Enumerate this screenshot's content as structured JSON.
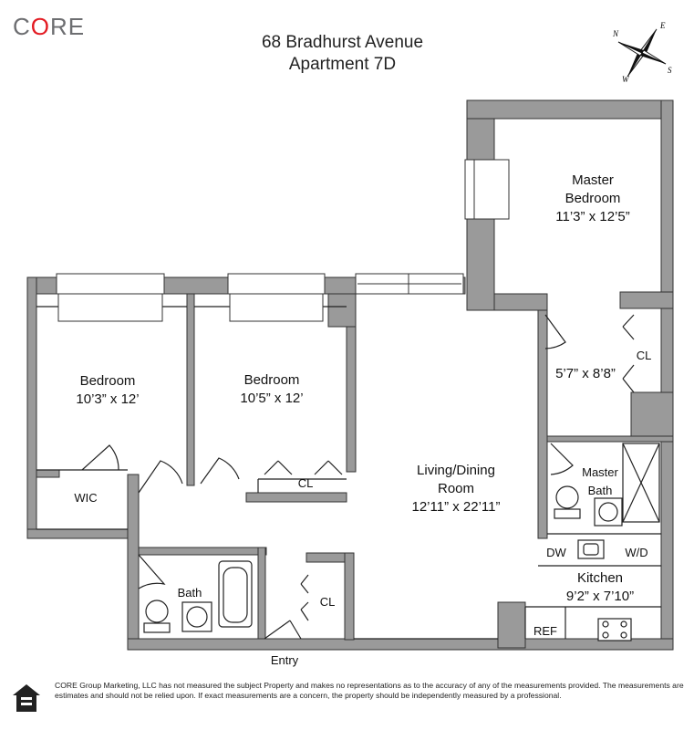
{
  "brand": {
    "logo_text_pre": "C",
    "logo_text_o": "O",
    "logo_text_post": "RE"
  },
  "header": {
    "address_line1": "68 Bradhurst Avenue",
    "address_line2": "Apartment 7D"
  },
  "compass": {
    "n": "N",
    "e": "E",
    "s": "S",
    "w": "W"
  },
  "rooms": {
    "master_bedroom": {
      "name_line1": "Master",
      "name_line2": "Bedroom",
      "dims": "11’3” x 12’5”"
    },
    "dressing_area": {
      "dims": "5’7” x 8’8”"
    },
    "master_cl": {
      "label": "CL"
    },
    "bedroom1": {
      "name": "Bedroom",
      "dims": "10’3” x 12’"
    },
    "bedroom2": {
      "name": "Bedroom",
      "dims": "10’5” x 12’"
    },
    "bedroom2_cl": {
      "label": "CL"
    },
    "wic": {
      "label": "WIC"
    },
    "living": {
      "name_line1": "Living/Dining",
      "name_line2": "Room",
      "dims": "12’11” x 22’11”"
    },
    "master_bath": {
      "name_line1": "Master",
      "name_line2": "Bath"
    },
    "kitchen": {
      "name": "Kitchen",
      "dims": "9’2” x 7’10”",
      "dw": "DW",
      "wd": "W/D",
      "ref": "REF"
    },
    "bath": {
      "name": "Bath"
    },
    "entry_cl": {
      "label": "CL"
    },
    "entry": {
      "label": "Entry"
    }
  },
  "colors": {
    "wall": "#9a9a9a",
    "line": "#222222",
    "logo_red": "#e31b23",
    "logo_gray": "#6d6e71"
  },
  "disclaimer": "CORE Group Marketing, LLC has not measured the subject Property and makes no representations as to the accuracy of any of the measurements provided. The measurements are estimates and should not be relied upon. If exact measurements are a concern, the property should be independently measured by a professional."
}
